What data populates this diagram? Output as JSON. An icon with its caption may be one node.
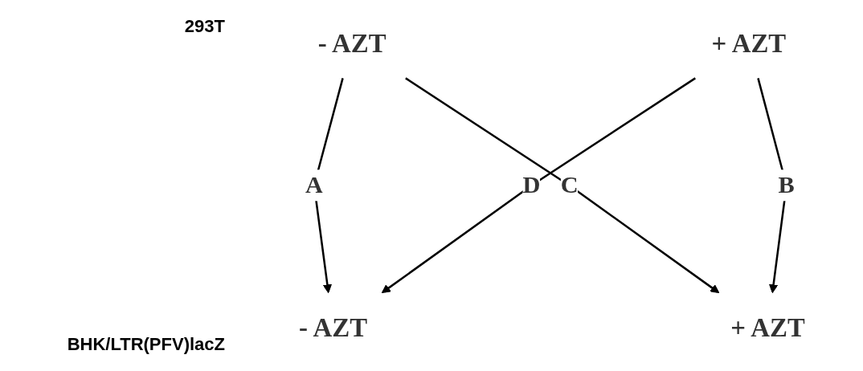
{
  "diagram": {
    "nodes": [
      {
        "text": [
          "- AZT"
        ]
      },
      {
        "text": [
          "+ AZT"
        ]
      },
      {
        "text": [
          "- AZT"
        ]
      },
      {
        "text": [
          "+ AZT"
        ]
      }
    ],
    "edges": [
      {
        "from": 0,
        "to": 2,
        "arrow": "to",
        "label": "A"
      },
      {
        "from": 0,
        "to": 3,
        "arrow": "to",
        "label": "C"
      },
      {
        "from": 1,
        "to": 2,
        "arrow": "to",
        "label": "D"
      },
      {
        "from": 1,
        "to": 3,
        "arrow": "to",
        "label": "B"
      }
    ],
    "labels": [
      "293T",
      "BHK/LTR(PFV)lacZ"
    ]
  }
}
